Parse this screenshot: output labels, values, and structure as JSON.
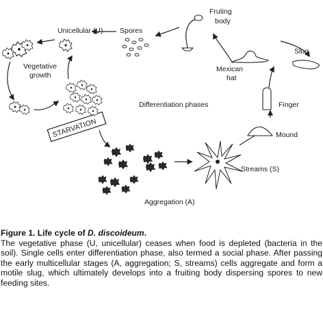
{
  "labels": {
    "unicellular": "Unicellular (U)",
    "spores": "Spores",
    "fruiting_body_line1": "Fruting",
    "fruiting_body_line2": "body",
    "slug": "Slug",
    "mexican_hat_line1": "Mexican",
    "mexican_hat_line2": "hat",
    "vegetative_growth_line1": "Vegetative",
    "vegetative_growth_line2": "growth",
    "differentiation_phases": "Differentiation phases",
    "finger": "Finger",
    "starvation": "STARVATION",
    "mound": "Mound",
    "streams": "Streams (S)",
    "aggregation": "Aggregation (A)"
  },
  "caption": {
    "figure_label": "Figure 1. Life cycle of ",
    "species": "D. discoideum",
    "period": ".",
    "body": "The vegetative phase (U, unicellular) ceases when food is depleted (bacteria in the soil). Single cells enter differentiation phase, also termed a social phase. After passing the early multicellular stages (A, aggregation; S, streams) cells aggregate and form a motile slug, which ultimately develops into a fruiting body dispersing spores to new feeding sites."
  }
}
